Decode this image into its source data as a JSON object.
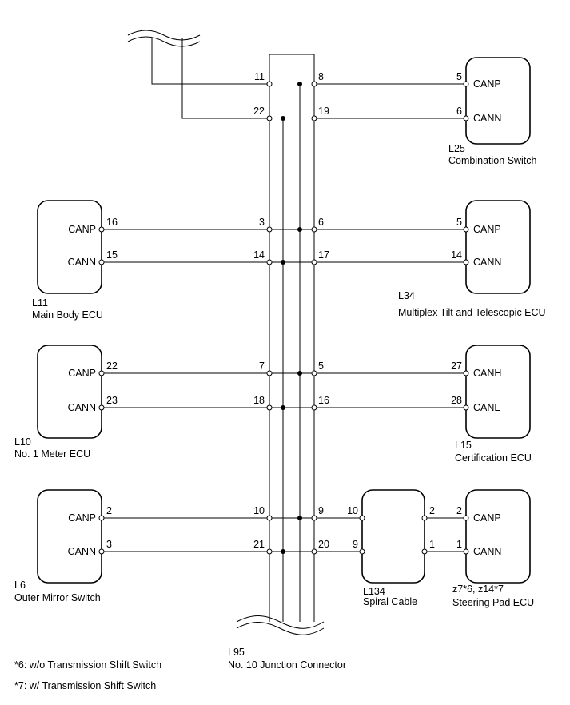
{
  "junction": {
    "code": "L95",
    "name": "No. 10 Junction Connector"
  },
  "footnotes": {
    "n6": "*6: w/o Transmission Shift Switch",
    "n7": "*7: w/ Transmission Shift Switch"
  },
  "components": {
    "L25": {
      "code": "L25",
      "name": "Combination Switch",
      "pin_a": "CANP",
      "pin_b": "CANN",
      "num_a": "5",
      "num_b": "6"
    },
    "L11": {
      "code": "L11",
      "name": "Main Body ECU",
      "pin_a": "CANP",
      "pin_b": "CANN",
      "num_a": "16",
      "num_b": "15"
    },
    "L34": {
      "code": "L34",
      "name": "Multiplex Tilt and Telescopic ECU",
      "pin_a": "CANP",
      "pin_b": "CANN",
      "num_a": "5",
      "num_b": "14"
    },
    "L10": {
      "code": "L10",
      "name": "No. 1 Meter ECU",
      "pin_a": "CANP",
      "pin_b": "CANN",
      "num_a": "22",
      "num_b": "23"
    },
    "L15": {
      "code": "L15",
      "name": "Certification ECU",
      "pin_a": "CANH",
      "pin_b": "CANL",
      "num_a": "27",
      "num_b": "28"
    },
    "L6": {
      "code": "L6",
      "name": "Outer Mirror Switch",
      "pin_a": "CANP",
      "pin_b": "CANN",
      "num_a": "2",
      "num_b": "3"
    },
    "L134": {
      "code": "L134",
      "name": "Spiral Cable",
      "num_in_a": "10",
      "num_in_b": "9",
      "num_out_a": "2",
      "num_out_b": "1"
    },
    "steering": {
      "code": "z7*6, z14*7",
      "name": "Steering Pad ECU",
      "pin_a": "CANP",
      "pin_b": "CANN",
      "num_a": "2",
      "num_b": "1"
    }
  },
  "junction_pins": {
    "left": [
      "11",
      "22",
      "3",
      "14",
      "7",
      "18",
      "10",
      "21"
    ],
    "right": [
      "8",
      "19",
      "6",
      "17",
      "5",
      "16",
      "9",
      "20"
    ]
  }
}
